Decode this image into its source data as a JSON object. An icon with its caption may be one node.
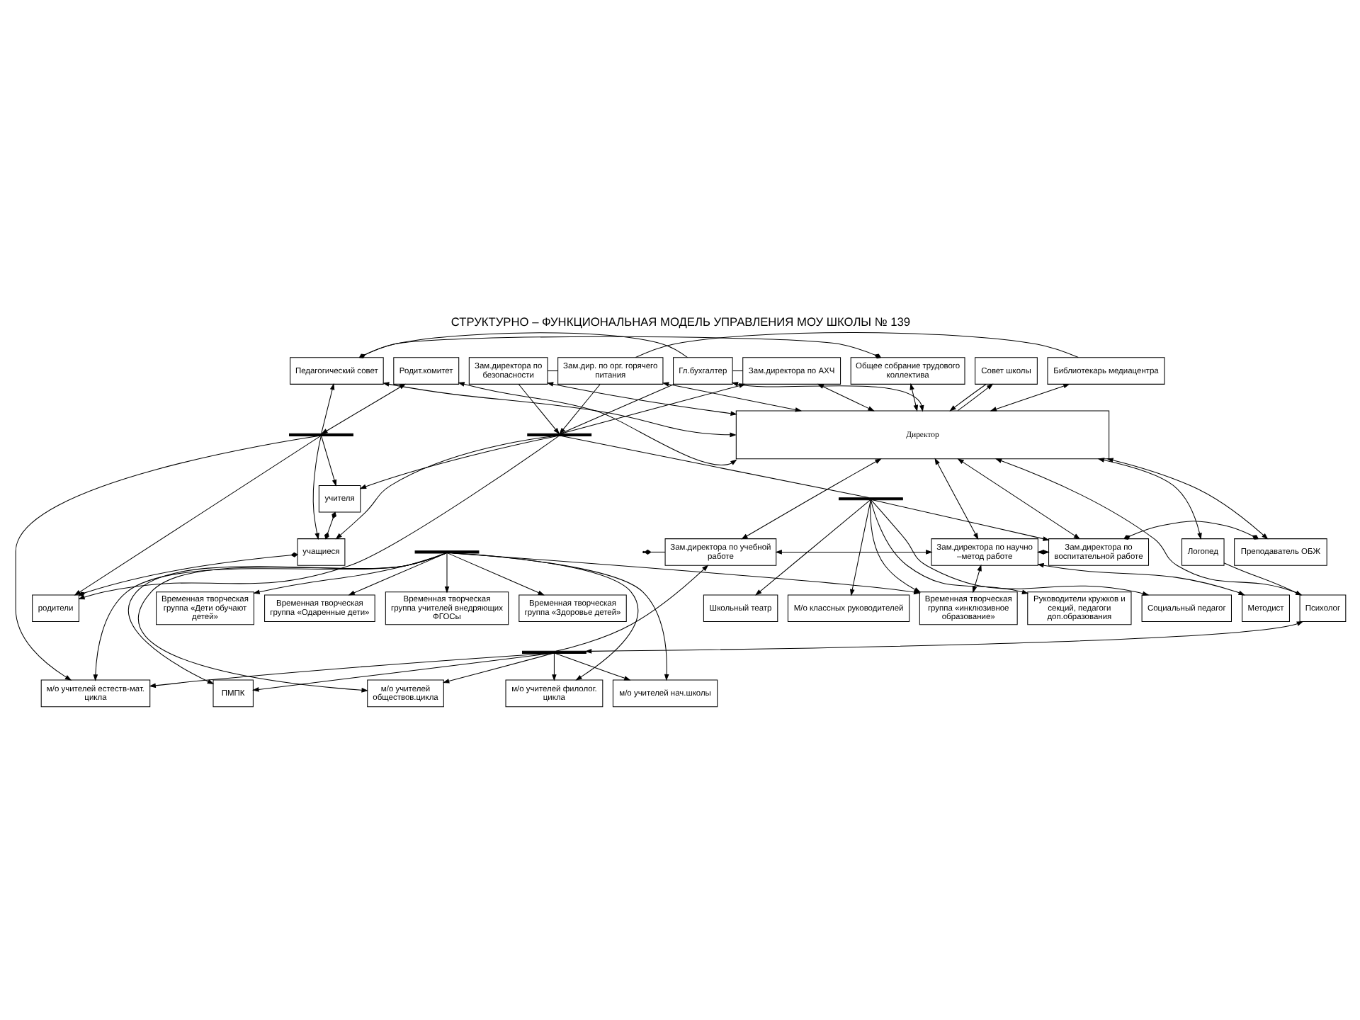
{
  "diagram": {
    "title": "СТРУКТУРНО – ФУНКЦИОНАЛЬНАЯ МОДЕЛЬ УПРАВЛЕНИЯ МОУ ШКОЛЫ № 139",
    "nodes": [
      {
        "text": [
          "Педагогический совет"
        ]
      },
      {
        "text": [
          "Общее собрание трудового коллектива"
        ]
      },
      {
        "text": [
          "Родит.комитет"
        ]
      },
      {
        "text": [
          "Совет школы"
        ]
      },
      {
        "text": [
          "Директор"
        ]
      },
      {
        "text": [
          "Гл.бухгалтер"
        ]
      },
      {
        "text": [
          "Зам.директора по АХЧ"
        ]
      },
      {
        "text": [
          "Зам.директора по безопасности"
        ]
      },
      {
        "text": [
          "Зам.дир. по орг. горячего питания"
        ]
      },
      {
        "text": [
          "Библиотекарь медиацентра"
        ]
      },
      {
        "text": [
          "Логопед"
        ]
      },
      {
        "text": [
          "Психолог"
        ]
      },
      {
        "text": [
          "Зам.директора по учебной работе"
        ]
      },
      {
        "text": [
          "Зам.директора по научно –метод работе"
        ]
      },
      {
        "text": [
          "Зам.директора по воспитательной работе"
        ]
      },
      {
        "text": [
          "Преподаватель ОБЖ"
        ]
      },
      {
        "text": [
          "Методист"
        ]
      },
      {
        "text": [
          "м/о учителей естеств-мат. цикла"
        ]
      },
      {
        "text": [
          "м/о учителей обществов.цикла"
        ]
      },
      {
        "text": [
          "м/о учителей филолог. цикла"
        ]
      },
      {
        "text": [
          "м/о учителей нач.школы"
        ]
      },
      {
        "text": [
          "ПМПК"
        ]
      },
      {
        "text": [
          "Временная творческая группа «инклюзивное образование»"
        ]
      },
      {
        "text": [
          "Временная творческая группа «Здоровье детей»"
        ]
      },
      {
        "text": [
          "Временная творческая группа «Дети обучают детей»"
        ]
      },
      {
        "text": [
          "Временная творческая группа «Одаренные дети»"
        ]
      },
      {
        "text": [
          "Временная творческая группа учителей внедряющих ФГОСы"
        ]
      },
      {
        "text": [
          "Руководители кружков и секций, педагоги доп.образования"
        ]
      },
      {
        "text": [
          "М/о классных руководителей"
        ]
      },
      {
        "text": [
          "Социальный педагог"
        ]
      },
      {
        "text": [
          "Школьный театр"
        ]
      },
      {
        "text": [
          "учителя"
        ]
      },
      {
        "text": [
          "учащиеся"
        ]
      },
      {
        "text": [
          "родители"
        ]
      },
      {
        "text": [],
        "shape": "bar"
      },
      {
        "text": [],
        "shape": "bar"
      },
      {
        "text": [],
        "shape": "bar"
      },
      {
        "text": [],
        "shape": "bar"
      },
      {
        "text": [],
        "shape": "bar"
      }
    ],
    "edges": [
      {
        "from": 0,
        "to": 1,
        "arrow": "other"
      },
      {
        "from": 0,
        "to": 4,
        "arrow": "both"
      },
      {
        "from": 1,
        "to": 4,
        "arrow": "both"
      },
      {
        "from": 2,
        "to": 4,
        "arrow": "both"
      },
      {
        "from": 3,
        "to": 4,
        "arrow": "to"
      },
      {
        "from": 4,
        "to": 3,
        "arrow": "to"
      },
      {
        "from": 4,
        "to": 5,
        "arrow": "both"
      },
      {
        "from": 4,
        "to": 6,
        "arrow": "both"
      },
      {
        "from": 4,
        "to": 7,
        "arrow": "both"
      },
      {
        "from": 4,
        "to": 8,
        "arrow": "both"
      },
      {
        "from": 4,
        "to": 9,
        "arrow": "both"
      },
      {
        "from": 4,
        "to": 10,
        "arrow": "both"
      },
      {
        "from": 4,
        "to": 11,
        "arrow": "both"
      },
      {
        "from": 4,
        "to": 12,
        "arrow": "both"
      },
      {
        "from": 4,
        "to": 13,
        "arrow": "both"
      },
      {
        "from": 4,
        "to": 14,
        "arrow": "both"
      },
      {
        "from": 4,
        "to": 15,
        "arrow": "both"
      },
      {
        "from": 5,
        "to": 6,
        "arrow": "none"
      },
      {
        "from": 7,
        "to": 8,
        "arrow": "none"
      },
      {
        "from": 8,
        "to": 9,
        "arrow": "none"
      },
      {
        "from": 10,
        "to": 11,
        "arrow": "none"
      },
      {
        "from": 0,
        "to": 5,
        "arrow": "none"
      },
      {
        "from": 5,
        "to": 38,
        "arrow": "none"
      },
      {
        "from": 12,
        "to": 13,
        "arrow": "both"
      },
      {
        "from": 13,
        "to": 14,
        "arrow": "both"
      },
      {
        "from": 14,
        "to": 15,
        "arrow": "other"
      },
      {
        "from": 12,
        "to": null,
        "arrow": "other"
      },
      {
        "from": 34,
        "to": 0,
        "arrow": "to"
      },
      {
        "from": 2,
        "to": 34,
        "arrow": "both"
      },
      {
        "from": 34,
        "to": 31,
        "arrow": "to"
      },
      {
        "from": 34,
        "to": 32,
        "arrow": "to"
      },
      {
        "from": 34,
        "to": 33,
        "arrow": "to"
      },
      {
        "from": 34,
        "to": 17,
        "arrow": "to"
      },
      {
        "from": 7,
        "to": 38,
        "arrow": "to"
      },
      {
        "from": 8,
        "to": 38,
        "arrow": "to"
      },
      {
        "from": 38,
        "to": 6,
        "arrow": "to"
      },
      {
        "from": 38,
        "to": 31,
        "arrow": "to"
      },
      {
        "from": 38,
        "to": 32,
        "arrow": "to"
      },
      {
        "from": 38,
        "to": 33,
        "arrow": "to"
      },
      {
        "from": 38,
        "to": 37,
        "arrow": "none"
      },
      {
        "from": 31,
        "to": 32,
        "arrow": "other"
      },
      {
        "from": 32,
        "to": 33,
        "arrow": "other"
      },
      {
        "from": 35,
        "to": 12,
        "arrow": "to"
      },
      {
        "from": 11,
        "to": 35,
        "arrow": "both"
      },
      {
        "from": 35,
        "to": 17,
        "arrow": "to"
      },
      {
        "from": 35,
        "to": 18,
        "arrow": "to"
      },
      {
        "from": 35,
        "to": 19,
        "arrow": "to"
      },
      {
        "from": 35,
        "to": 20,
        "arrow": "to"
      },
      {
        "from": 35,
        "to": 21,
        "arrow": "to"
      },
      {
        "from": 13,
        "to": 16,
        "arrow": "both"
      },
      {
        "from": 13,
        "to": 22,
        "arrow": "both"
      },
      {
        "from": 36,
        "to": 17,
        "arrow": "to"
      },
      {
        "from": 36,
        "to": 18,
        "arrow": "to"
      },
      {
        "from": 36,
        "to": 19,
        "arrow": "to"
      },
      {
        "from": 36,
        "to": 20,
        "arrow": "to"
      },
      {
        "from": 36,
        "to": 21,
        "arrow": "to"
      },
      {
        "from": 36,
        "to": 22,
        "arrow": "to"
      },
      {
        "from": 36,
        "to": 23,
        "arrow": "to"
      },
      {
        "from": 36,
        "to": 24,
        "arrow": "to"
      },
      {
        "from": 36,
        "to": 25,
        "arrow": "to"
      },
      {
        "from": 36,
        "to": 26,
        "arrow": "to"
      },
      {
        "from": 37,
        "to": 14,
        "arrow": "to"
      },
      {
        "from": 37,
        "to": 22,
        "arrow": "to"
      },
      {
        "from": 37,
        "to": 27,
        "arrow": "to"
      },
      {
        "from": 37,
        "to": 28,
        "arrow": "to"
      },
      {
        "from": 37,
        "to": 29,
        "arrow": "to"
      },
      {
        "from": 37,
        "to": 30,
        "arrow": "to"
      }
    ]
  }
}
